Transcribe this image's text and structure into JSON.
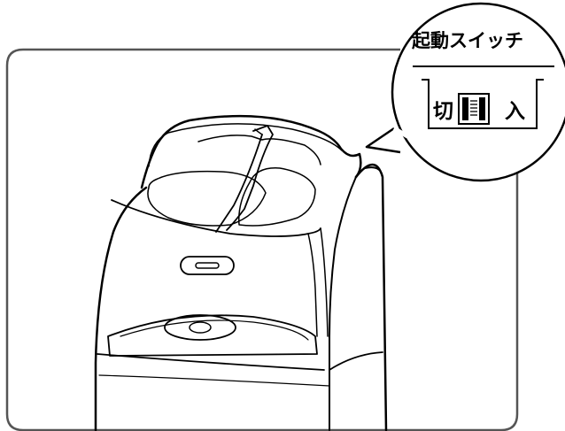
{
  "callout": {
    "title": "起動スイッチ",
    "switch": {
      "off_label": "切",
      "on_label": "入"
    }
  },
  "colors": {
    "line": "#000000",
    "frame": "#555555",
    "background": "#ffffff"
  }
}
